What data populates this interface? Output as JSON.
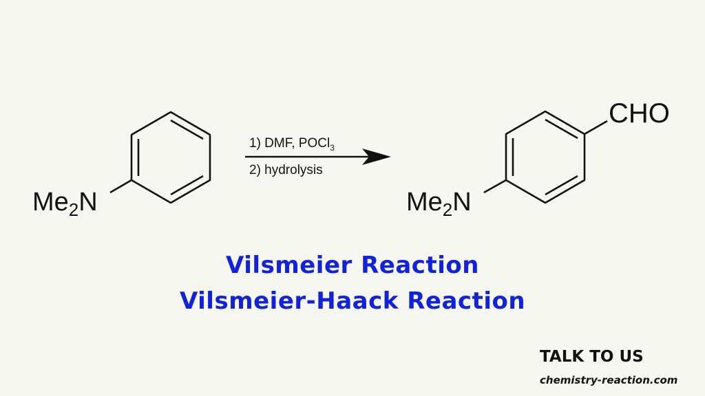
{
  "reactant": {
    "substituent_prefix": "Me",
    "substituent_subscript": "2",
    "substituent_atom": "N"
  },
  "reagents": {
    "step1_main": "1) DMF, POCl",
    "step1_subscript": "3",
    "step2": "2) hydrolysis"
  },
  "product": {
    "group": "CHO",
    "substituent_prefix": "Me",
    "substituent_subscript": "2",
    "substituent_atom": "N"
  },
  "title_line1": "Vilsmeier Reaction",
  "title_line2": "Vilsmeier-Haack Reaction",
  "footer": {
    "talk": "TALK TO US",
    "site": "chemistry-reaction.com"
  },
  "colors": {
    "title": "#1122dd",
    "ink": "#111111",
    "background": "#f7f7f2"
  }
}
